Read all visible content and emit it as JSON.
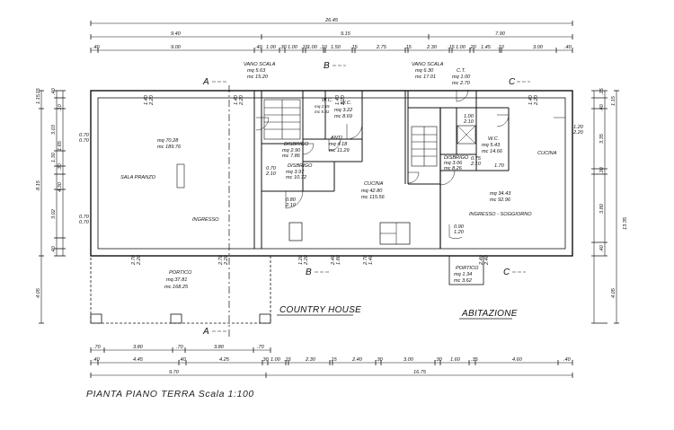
{
  "caption": "PIANTA PIANO TERRA Scala 1:100",
  "top_dims": {
    "total": "26.45",
    "row2": [
      "9.40",
      "9.15",
      "7.90"
    ],
    "row3": [
      ".40",
      "9.00",
      ".40",
      "1.00",
      ".30",
      "1.00",
      ".15",
      "1.00",
      ".10",
      "1.50",
      ".15",
      "2.75",
      ".15",
      "2.30",
      ".15",
      "1.00",
      ".20",
      "1.45",
      ".10",
      "3.00",
      ".40"
    ]
  },
  "bottom_dims": {
    "row1": [
      ".70",
      "3.80",
      ".70",
      "3.80",
      ".70"
    ],
    "row2": [
      ".40",
      "4.45",
      ".40",
      "4.25",
      ".30",
      "1.00",
      ".15",
      "2.30",
      ".15",
      "2.40",
      ".30",
      "3.00",
      ".30",
      "1.60",
      ".35",
      "4.60",
      ".40"
    ],
    "row3": [
      "9.70",
      "16.75"
    ]
  },
  "left_dims": [
    ".15",
    "1.15",
    ".40",
    "3.03",
    "1.30",
    "4.30",
    "3.02",
    "8.15",
    ".40",
    "4.05",
    ".30",
    "1.65",
    ".10"
  ],
  "right_dims": [
    ".15",
    "1.15",
    ".40",
    "3.35",
    ".30",
    "3.80",
    ".40",
    "13.35",
    "4.05"
  ],
  "section_marks": [
    "A",
    "B",
    "C",
    "A",
    "B",
    "C"
  ],
  "rooms": {
    "sala": {
      "name": "SALA PRANZO",
      "area": "mq 70.28",
      "volume": "mc 189.76",
      "sub": "INGRESSO"
    },
    "portico_left": {
      "name": "PORTICO",
      "area": "mq.37.81",
      "volume": "mc.168.25"
    },
    "vano_scala_left": {
      "name": "VANO SCALA",
      "area": "mq  5.63",
      "volume": "mc  15.20"
    },
    "wc_small": {
      "name": "W.C.",
      "area": "mq 2.15",
      "volume": "mc 5.81"
    },
    "wc_left": {
      "name": "W.C.",
      "area": "mq  3.22",
      "volume": "mc  8.69"
    },
    "antibagno": {
      "name": "ANTI",
      "area": "mq  4.18",
      "volume": "mc  11.29"
    },
    "disbrigo1": {
      "name": "DISBRIGO",
      "area": "mq  2.90",
      "volume": "mc  7.86"
    },
    "disbrigo2": {
      "name": "DISBRIGO",
      "area": "mq  3.97",
      "volume": "mc  10.72"
    },
    "cucina_left": {
      "name": "CUCINA",
      "area": "mq  42.80",
      "volume": "mc  115.56"
    },
    "vano_scala_right": {
      "name": "VANO SCALA",
      "area": "mq  6.30",
      "volume": "mc  17.01"
    },
    "ct": {
      "name": "C.T.",
      "area": "mq  1.00",
      "volume": "mc  2.70"
    },
    "wc_right": {
      "name": "W.C.",
      "area": "mq  5.43",
      "volume": "mc  14.66"
    },
    "disbrigo3": {
      "name": "DISBRIGO",
      "area": "mq  3.06",
      "volume": "mc  8.26"
    },
    "cucina_right": {
      "name": "CUCINA"
    },
    "ingresso_soggiorno": {
      "name": "INGRESSO - SOGGIORNO",
      "area": "mq  34.43",
      "volume": "mc  92.96"
    },
    "portico_right": {
      "name": "PORTICO",
      "area": "mq  1.34",
      "volume": "mc  3.62"
    }
  },
  "unit_labels": {
    "country": "COUNTRY HOUSE",
    "abitazione": "ABITAZIONE"
  },
  "opening_labels": {
    "window_side": [
      "0.70",
      "0.70",
      "0.70",
      "0.70"
    ],
    "door_top": [
      "1.40",
      "2.20",
      "1.40",
      "2.20",
      "1.40",
      "2.20",
      "1.40",
      "2.20",
      "1.20",
      "2.20"
    ],
    "door_bottom": [
      "2.70",
      "2.20",
      "2.70",
      "2.20",
      "1.20",
      "2.20",
      "2.40",
      "1.80",
      "2.70",
      "1.40",
      "2.40",
      "2.40"
    ],
    "door_inner": [
      "0.80",
      "2.10",
      "0.70",
      "2.10",
      "1.00",
      "2.10",
      "0.75",
      "2.10",
      "0.90",
      "1.20",
      "1.70"
    ]
  }
}
